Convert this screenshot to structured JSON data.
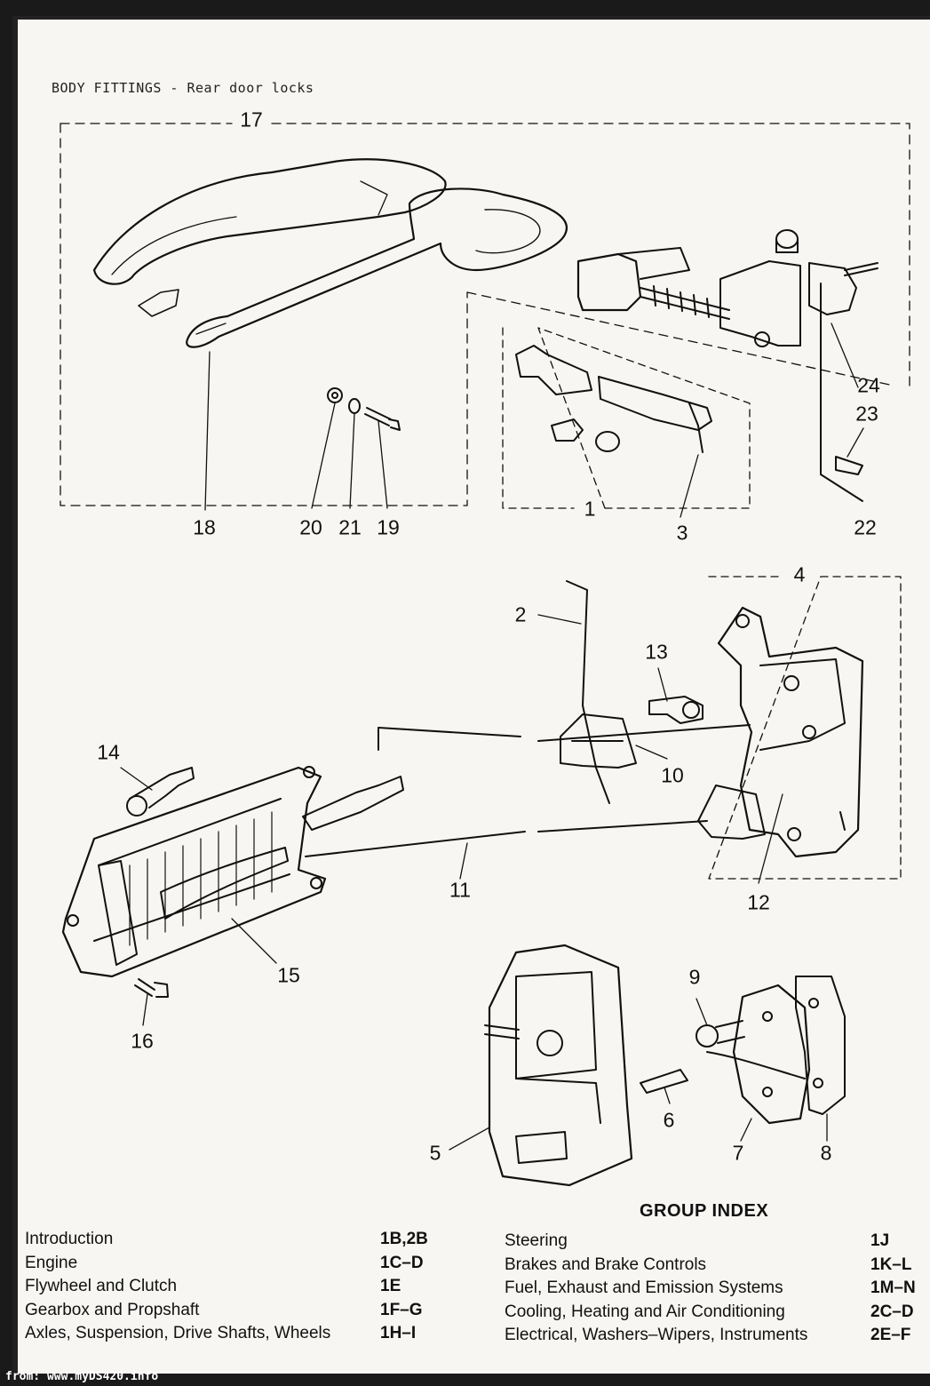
{
  "header": {
    "title": "BODY FITTINGS - Rear door locks"
  },
  "callouts": [
    {
      "id": "c17",
      "text": "17"
    },
    {
      "id": "c18",
      "text": "18"
    },
    {
      "id": "c20",
      "text": "20"
    },
    {
      "id": "c21",
      "text": "21"
    },
    {
      "id": "c19",
      "text": "19"
    },
    {
      "id": "c1",
      "text": "1"
    },
    {
      "id": "c3",
      "text": "3"
    },
    {
      "id": "c24",
      "text": "24"
    },
    {
      "id": "c23",
      "text": "23"
    },
    {
      "id": "c22",
      "text": "22"
    },
    {
      "id": "c4",
      "text": "4"
    },
    {
      "id": "c2",
      "text": "2"
    },
    {
      "id": "c13",
      "text": "13"
    },
    {
      "id": "c14",
      "text": "14"
    },
    {
      "id": "c10",
      "text": "10"
    },
    {
      "id": "c11",
      "text": "11"
    },
    {
      "id": "c12",
      "text": "12"
    },
    {
      "id": "c15",
      "text": "15"
    },
    {
      "id": "c16",
      "text": "16"
    },
    {
      "id": "c9",
      "text": "9"
    },
    {
      "id": "c6",
      "text": "6"
    },
    {
      "id": "c5",
      "text": "5"
    },
    {
      "id": "c7",
      "text": "7"
    },
    {
      "id": "c8",
      "text": "8"
    }
  ],
  "group_index": {
    "title": "GROUP INDEX",
    "left": [
      {
        "label": "Introduction",
        "code": "1B,2B"
      },
      {
        "label": "Engine",
        "code": "1C–D"
      },
      {
        "label": "Flywheel and Clutch",
        "code": "1E"
      },
      {
        "label": "Gearbox and Propshaft",
        "code": "1F–G"
      },
      {
        "label": "Axles, Suspension, Drive Shafts, Wheels",
        "code": "1H–I"
      }
    ],
    "right": [
      {
        "label": "Steering",
        "code": "1J"
      },
      {
        "label": "Brakes and Brake Controls",
        "code": "1K–L"
      },
      {
        "label": "Fuel, Exhaust and Emission Systems",
        "code": "1M–N"
      },
      {
        "label": "Cooling, Heating and Air Conditioning",
        "code": "2C–D"
      },
      {
        "label": "Electrical, Washers–Wipers, Instruments",
        "code": "2E–F"
      }
    ]
  },
  "footer": {
    "source": "from: www.myDS420.info"
  }
}
